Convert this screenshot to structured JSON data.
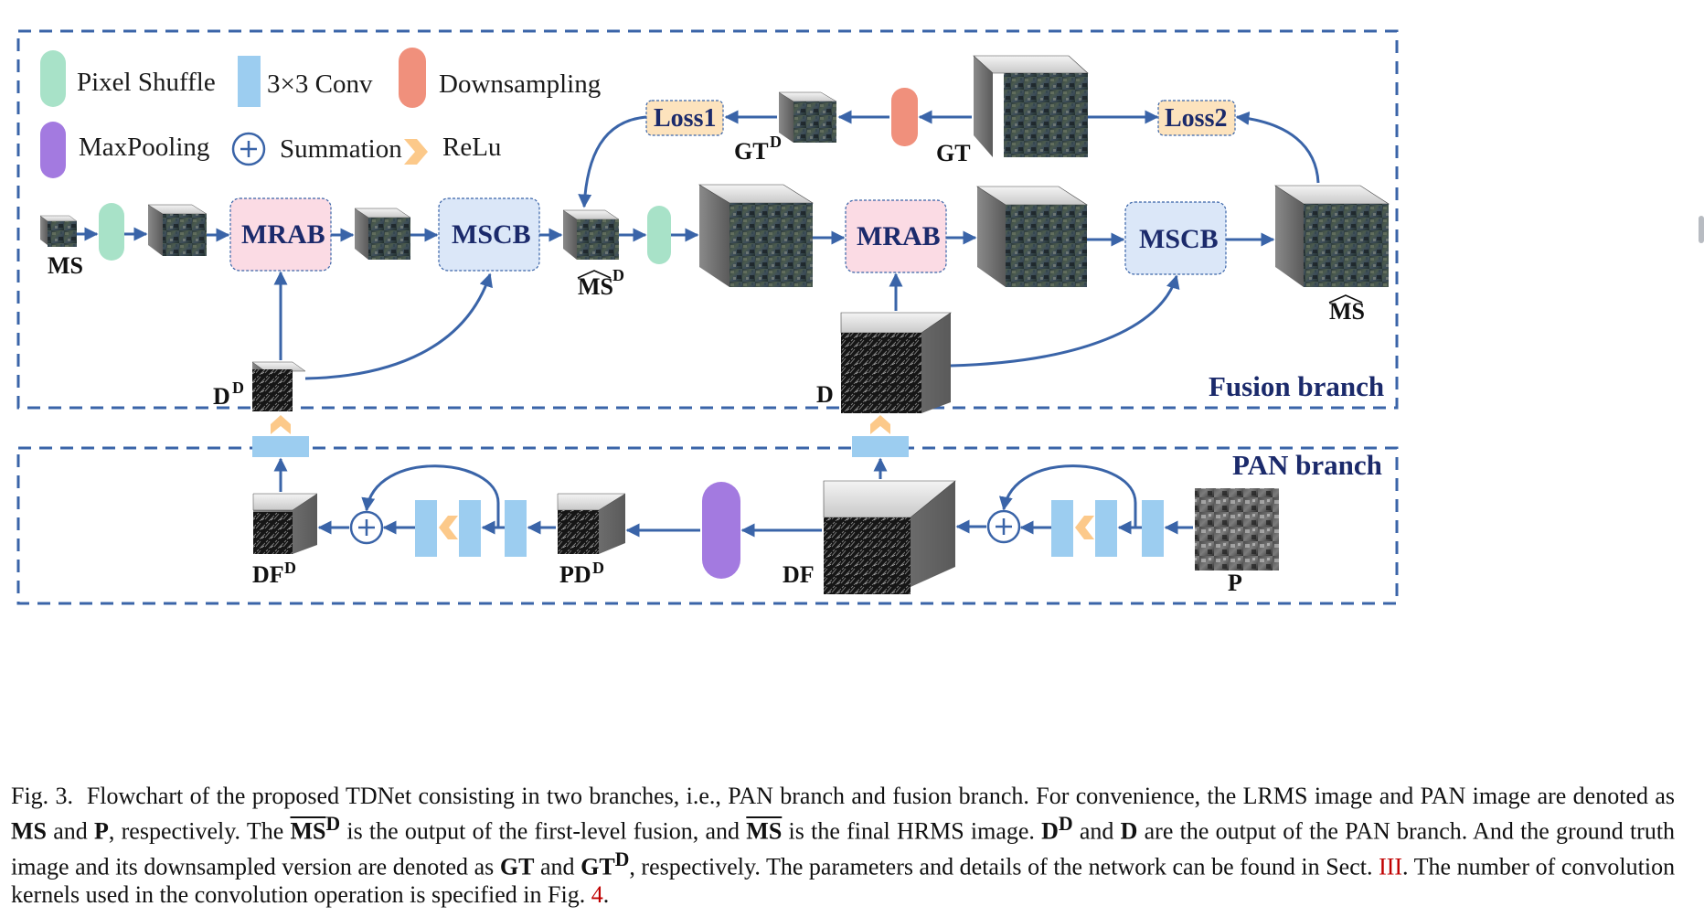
{
  "legend": {
    "pixel_shuffle": "Pixel Shuffle",
    "conv": "3×3 Conv",
    "downsampling": "Downsampling",
    "maxpooling": "MaxPooling",
    "summation": "Summation",
    "relu": "ReLu"
  },
  "branches": {
    "fusion": "Fusion branch",
    "pan": "PAN branch"
  },
  "modules": {
    "mrab": "MRAB",
    "mscb": "MSCB",
    "loss1": "Loss1",
    "loss2": "Loss2"
  },
  "image_labels": {
    "ms": "MS",
    "ms_d": "MS",
    "ms_hat": "MS",
    "gt": "GT",
    "gt_d": "GT",
    "d_d": "D",
    "d": "D",
    "df_d": "DF",
    "pd_d": "PD",
    "df": "DF",
    "p": "P",
    "sup_d": "D"
  },
  "caption": {
    "fig": "Fig. 3.",
    "l1": "Flowchart of the proposed TDNet consisting in two branches, i.e., PAN branch and fusion branch. For convenience, the LRMS image and PAN image",
    "l2a": "are denoted as",
    "ms": "MS",
    "and1": "and",
    "p": "P",
    "l2b": ", respectively. The",
    "msd": "MS",
    "l2c": "is the output of the first-level fusion, and",
    "mshat": "MS",
    "l2d": "is the final HRMS image.",
    "dd": "D",
    "and2": "and",
    "d": "D",
    "l2e": "are the output of",
    "l3a": "the PAN branch. And the ground truth image and its downsampled version are denoted as",
    "gt": "GT",
    "and3": "and",
    "gtd": "GT",
    "l3b": ", respectively. The parameters and details of the",
    "l4a": "network can be found in Sect.",
    "sect": "III",
    "l4b": ". The number of convolution kernels used in the convolution operation is specified in Fig.",
    "fignum": "4",
    "l4c": ".",
    "sup": "D"
  },
  "colors": {
    "pixel_shuffle": "#a8e2c8",
    "conv": "#9ccdf0",
    "downsampling": "#f0907c",
    "maxpooling": "#a37ae0",
    "relu": "#fcc98a",
    "arrow": "#3a64a8",
    "mrab_fill": "#fbdbe4",
    "mscb_fill": "#dbe7f8",
    "loss_fill": "#fde3bd",
    "dash": "#3a64a8",
    "title": "#1b2a6b",
    "ref": "#c00000"
  }
}
